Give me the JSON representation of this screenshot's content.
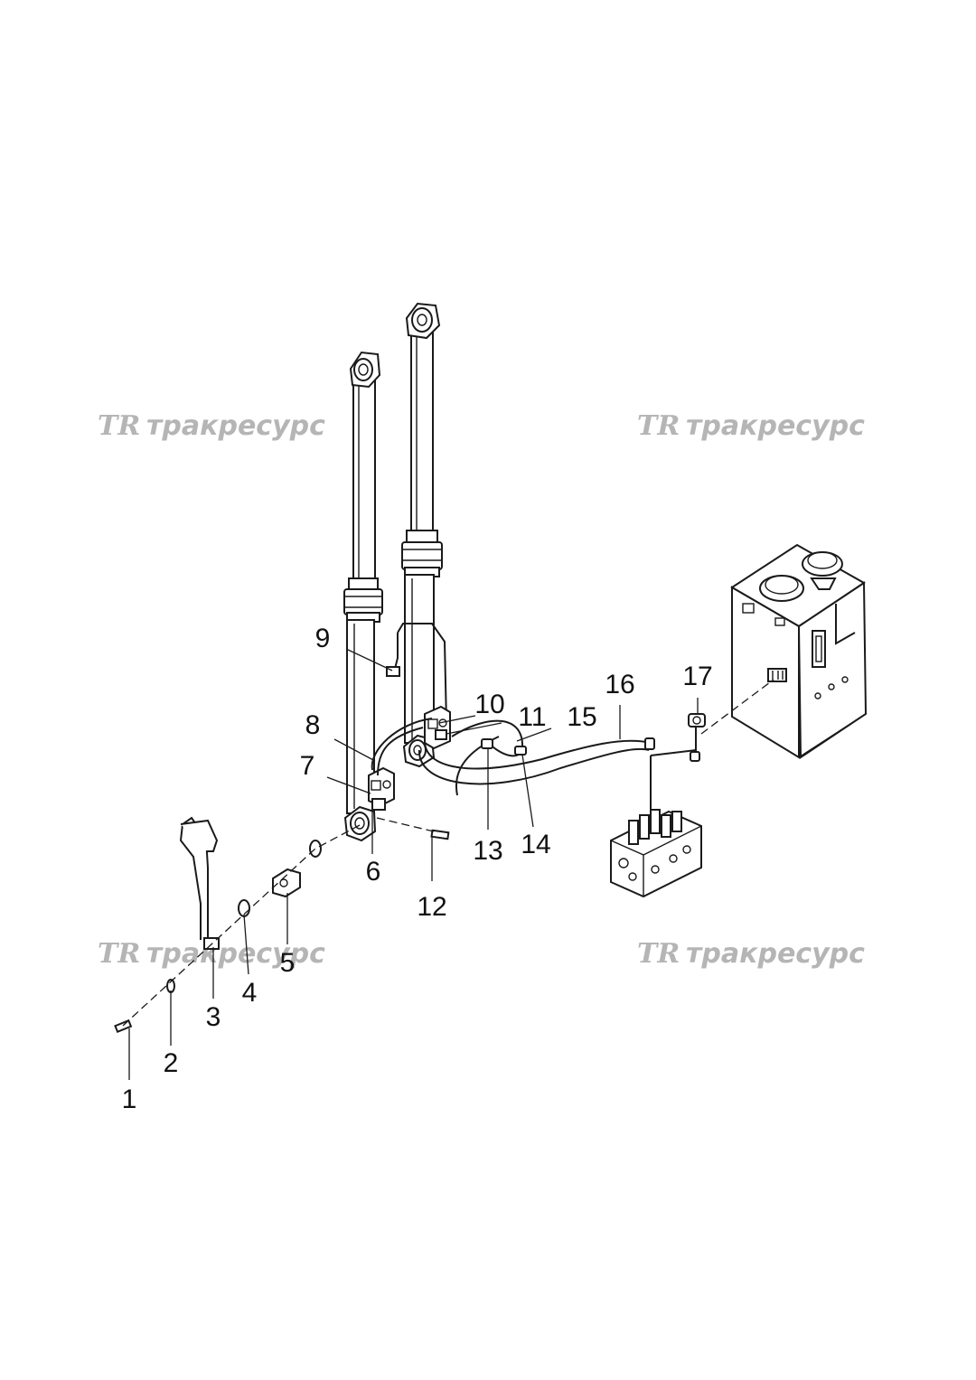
{
  "watermark": {
    "logo": "TR",
    "brand": "тракресурс"
  },
  "callouts": {
    "c1": "1",
    "c2": "2",
    "c3": "3",
    "c4": "4",
    "c5": "5",
    "c6": "6",
    "c7": "7",
    "c8": "8",
    "c9": "9",
    "c10": "10",
    "c11": "11",
    "c12": "12",
    "c13": "13",
    "c14": "14",
    "c15": "15",
    "c16": "16",
    "c17": "17"
  }
}
